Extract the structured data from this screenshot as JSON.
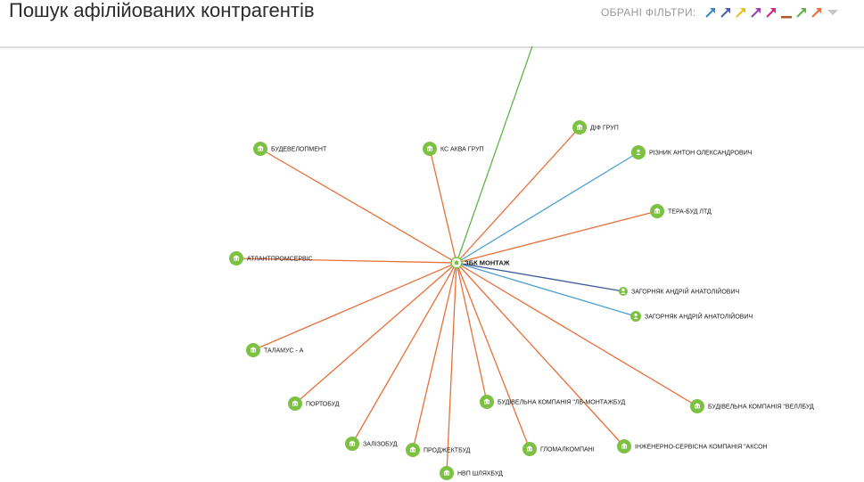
{
  "header": {
    "title": "Пошук афілійованих контрагентів",
    "filters_label": "ОБРАНІ ФІЛЬТРИ:",
    "filters": [
      {
        "name": "filter-arrow-blue-icon",
        "color": "#3d86c6",
        "kind": "arrow"
      },
      {
        "name": "filter-arrow-darkblue-icon",
        "color": "#4a5fb0",
        "kind": "arrow"
      },
      {
        "name": "filter-arrow-yellow-icon",
        "color": "#e8c21a",
        "kind": "arrow"
      },
      {
        "name": "filter-arrow-purple-icon",
        "color": "#9b3fb5",
        "kind": "arrow"
      },
      {
        "name": "filter-arrow-magenta-icon",
        "color": "#d0287e",
        "kind": "arrow"
      },
      {
        "name": "filter-line-brown-icon",
        "color": "#b05a2a",
        "kind": "line"
      },
      {
        "name": "filter-arrow-green-icon",
        "color": "#5fb548",
        "kind": "arrow"
      },
      {
        "name": "filter-arrow-orange-icon",
        "color": "#e8703a",
        "kind": "arrow"
      }
    ]
  },
  "graph": {
    "center": {
      "label": "ЗБК МОНТАЖ",
      "type": "company"
    },
    "node_color": "#7cc142",
    "edge_colors": {
      "orange": "#e8703a",
      "blue": "#4aa0d0",
      "darkblue": "#3d5a9a",
      "green": "#5fb548"
    },
    "nodes": [
      {
        "label": "БУДЕВЕЛОПМЕНТ",
        "type": "company",
        "edge": "orange"
      },
      {
        "label": "КС АКВА ГРУП",
        "type": "company",
        "edge": "orange"
      },
      {
        "label": "ДІФ ГРУП",
        "type": "company",
        "edge": "orange"
      },
      {
        "label": "РІЗНИК АНТОН ОЛЕКСАНДРОВИЧ",
        "type": "person",
        "edge": "blue"
      },
      {
        "label": "ТЕРА-БУД ЛТД",
        "type": "company",
        "edge": "orange"
      },
      {
        "label": "АТЛАНТПРОМСЕРВІС",
        "type": "company",
        "edge": "orange"
      },
      {
        "label": "ЗАГОРНЯК АНДРІЙ АНАТОЛІЙОВИЧ",
        "type": "person",
        "edge": "darkblue"
      },
      {
        "label": "ЗАГОРНЯК АНДРІЙ АНАТОЛІЙОВИЧ",
        "type": "person",
        "edge": "blue"
      },
      {
        "label": "ТАЛАМУС - А",
        "type": "company",
        "edge": "orange"
      },
      {
        "label": "ПОРТОБУД",
        "type": "company",
        "edge": "orange"
      },
      {
        "label": "БУДІВЕЛЬНА КОМПАНІЯ \"ЛБ-МОНТАЖБУД",
        "type": "company",
        "edge": "orange"
      },
      {
        "label": "БУДІВЕЛЬНА КОМПАНІЯ \"ВЕЛЛБУД",
        "type": "company",
        "edge": "orange"
      },
      {
        "label": "ЗАЛІЗОБУД",
        "type": "company",
        "edge": "orange"
      },
      {
        "label": "ПРОДЖЕКТБУД",
        "type": "company",
        "edge": "orange"
      },
      {
        "label": "ГЛОМАЛКОМПАНІ",
        "type": "company",
        "edge": "orange"
      },
      {
        "label": "ІНЖЕНЕРНО-СЕРВІСНА КОМПАНІЯ \"АКСОН",
        "type": "company",
        "edge": "orange"
      },
      {
        "label": "НВП ШЛЯХБУД",
        "type": "company",
        "edge": "orange"
      }
    ],
    "offscreen_edges": [
      {
        "edge": "green"
      }
    ]
  }
}
